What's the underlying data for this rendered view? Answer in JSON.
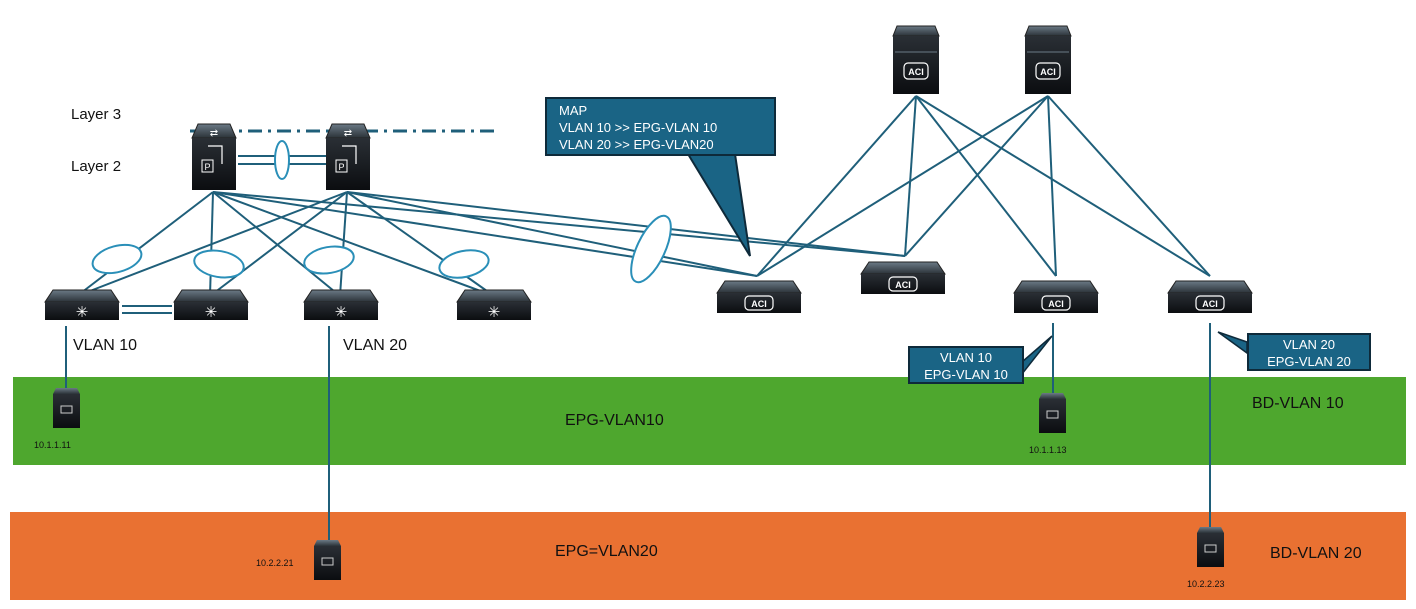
{
  "layers": {
    "layer3": "Layer 3",
    "layer2": "Layer 2"
  },
  "vlan_labels": {
    "vlan10": "VLAN 10",
    "vlan20": "VLAN 20"
  },
  "callouts": {
    "map": {
      "line1": "MAP",
      "line2": "VLAN 10 >> EPG-VLAN 10",
      "line3": "VLAN 20 >> EPG-VLAN20"
    },
    "leaf3": {
      "line1": "VLAN 10",
      "line2": "EPG-VLAN 10"
    },
    "leaf4": {
      "line1": "VLAN 20",
      "line2": "EPG-VLAN 20"
    }
  },
  "bands": {
    "green": {
      "epg": "EPG-VLAN10",
      "bd": "BD-VLAN 10",
      "color": "#4ea72e"
    },
    "orange": {
      "epg": "EPG=VLAN20",
      "bd": "BD-VLAN 20",
      "color": "#e97132"
    }
  },
  "hosts": {
    "h1": "10.1.1.11",
    "h2": "10.2.2.21",
    "h3": "10.1.1.13",
    "h4": "10.2.2.23"
  },
  "device_badges": {
    "aci": "ACI",
    "distribution": "P"
  },
  "colors": {
    "link": "#1f5f7a",
    "callout_fill": "#1a6485",
    "ellipse_fill": "#ffffff",
    "ellipse_stroke": "#2a8fb8",
    "device_dark": "#111418"
  }
}
